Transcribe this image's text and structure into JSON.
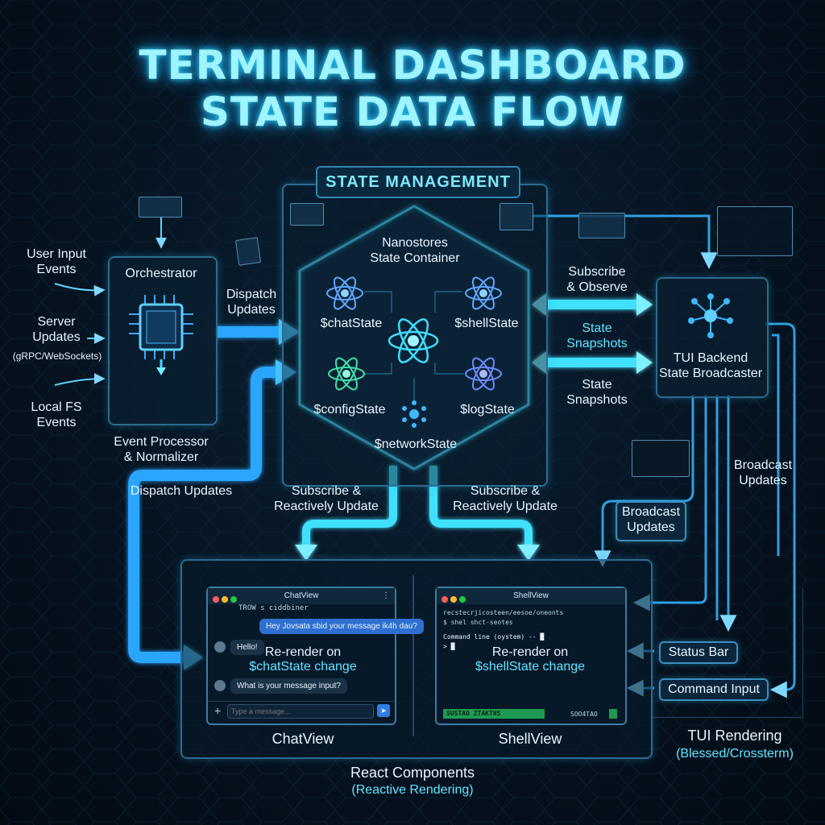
{
  "title": {
    "line1": "TERMINAL DASHBOARD",
    "line2": "STATE DATA FLOW"
  },
  "colors": {
    "accent": "#3fd8ff",
    "wire": "#2fb8ff",
    "panel_border": "#2b6c8e",
    "background": "#061321"
  },
  "inputs": {
    "user_input": "User Input\nEvents",
    "server_updates": "Server\nUpdates",
    "server_protocol": "(gRPC/WebSockets)",
    "local_fs": "Local FS\nEvents"
  },
  "orchestrator": {
    "title": "Orchestrator",
    "caption": "Event Processor\n& Normalizer",
    "icon": "cpu-chip-icon"
  },
  "flow_labels": {
    "dispatch_top": "Dispatch\nUpdates",
    "dispatch_bottom": "Dispatch Updates",
    "subscribe_left": "Subscribe &\nReactively Update",
    "subscribe_right": "Subscribe &\nReactively Update",
    "subscribe_observe": "Subscribe\n& Observe",
    "state_snapshots_1": "State\nSnapshots",
    "state_snapshots_2": "State\nSnapshots",
    "broadcast_updates_1": "Broadcast\nUpdates",
    "broadcast_updates_2": "Broadcast\nUpdates"
  },
  "state_management": {
    "badge": "STATE MANAGEMENT",
    "container_title": "Nanostores\nState Container",
    "stores": [
      "$chatState",
      "$shellState",
      "$configState",
      "$logState",
      "$networkState"
    ],
    "icon": "atom-icon"
  },
  "backend": {
    "title": "TUI Backend\nState Broadcaster",
    "icon": "network-hub-icon"
  },
  "chat_view": {
    "window_title": "ChatView",
    "caption": "ChatView",
    "header_text": "TROW s ciddbiner",
    "messages": [
      {
        "from": "me",
        "text": "Hey Jovsata sbid your message ik4h dau?"
      },
      {
        "from": "other",
        "text": "Hello!"
      },
      {
        "from": "other",
        "text": "What is your message input?"
      }
    ],
    "rerender_line1": "Re-render on",
    "rerender_line2": "$chatState change",
    "placeholder": "Type a message..."
  },
  "shell_view": {
    "window_title": "ShellView",
    "caption": "ShellView",
    "lines": [
      "recstecrjicosteen/eesoe/oneonts",
      "$ shel shct-seotes",
      "Command line (oystem) -- █",
      "> █"
    ],
    "rerender_line1": "Re-render on",
    "rerender_line2": "$shellState change",
    "status_left": "SUSTAO ZTAKTHS",
    "status_right": "SOO4TAO"
  },
  "tui_widgets": {
    "status_bar": "Status Bar",
    "command_input": "Command Input"
  },
  "footer": {
    "react": "React Components",
    "react_sub": "(Reactive Rendering)",
    "tui": "TUI Rendering",
    "tui_sub": "(Blessed/Crossterm)"
  }
}
